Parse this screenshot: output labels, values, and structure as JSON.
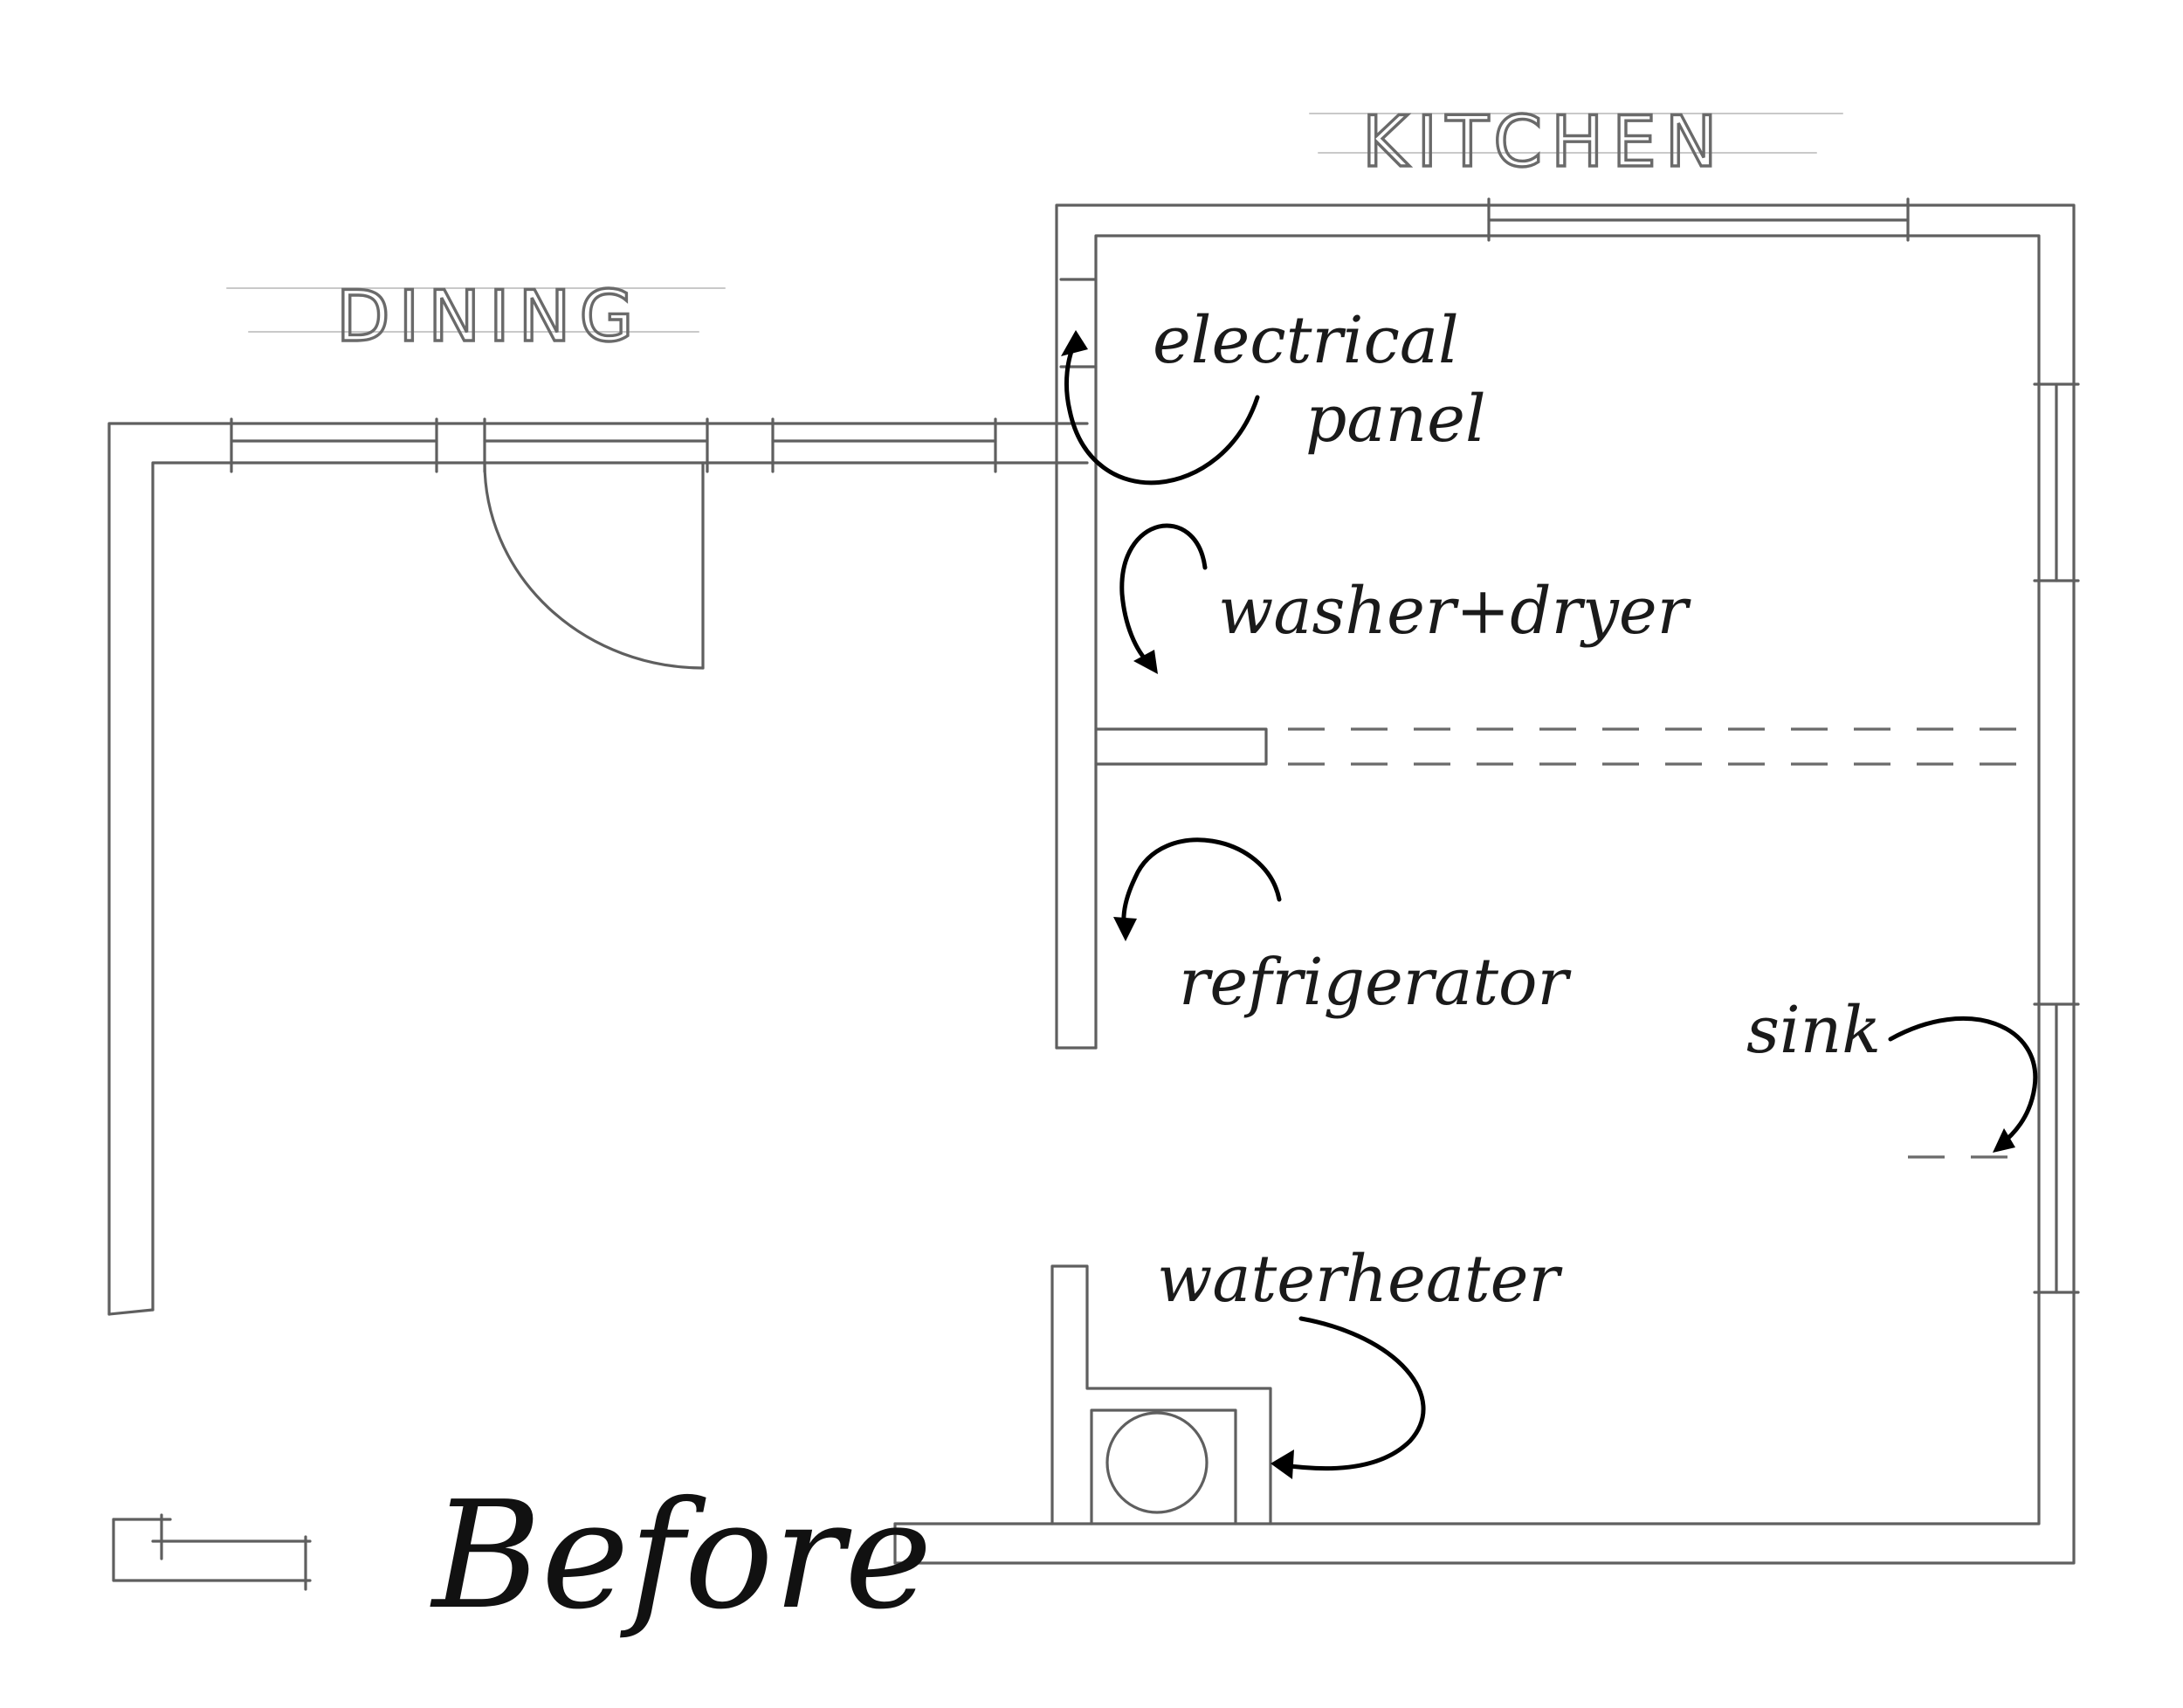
{
  "labels": {
    "kitchen": "KITCHEN",
    "dining": "DINING",
    "electrical_panel_line1": "electrical",
    "electrical_panel_line2": "panel",
    "washer_dryer": "washer+dryer",
    "refrigerator": "refrigerator",
    "sink": "sink",
    "waterheater": "waterheater",
    "before": "Before"
  },
  "colors": {
    "pencil": "#5f5f5f",
    "ink": "#000000",
    "background": "#ffffff"
  }
}
